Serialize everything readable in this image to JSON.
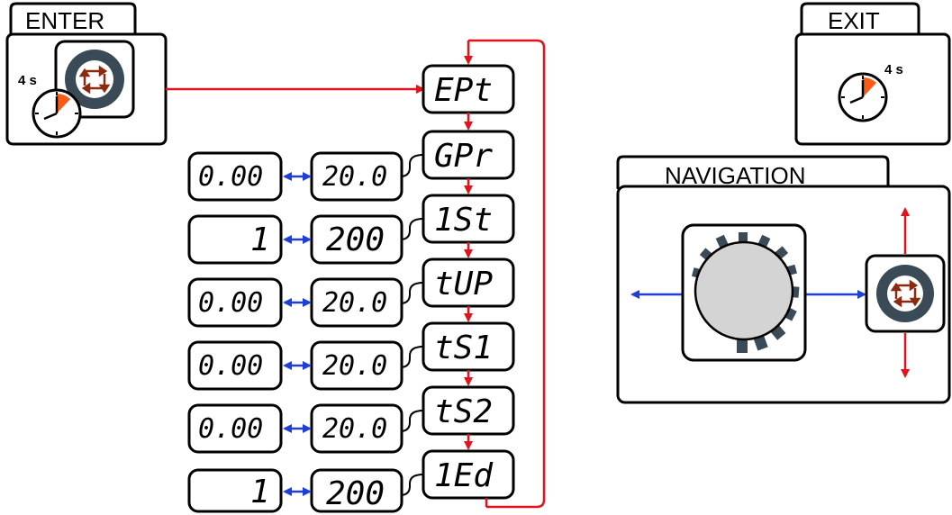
{
  "enter": {
    "label": "ENTER",
    "hold_time": "4 s"
  },
  "exit": {
    "label": "EXIT",
    "hold_time": "4 s"
  },
  "navigation": {
    "label": "NAVIGATION"
  },
  "menu": [
    {
      "code": "EPt",
      "value": "",
      "range_min": ""
    },
    {
      "code": "GPr",
      "value": "20.0",
      "range_min": "0.00"
    },
    {
      "code": "1St",
      "value": "200",
      "range_min": "1"
    },
    {
      "code": "tUP",
      "value": "20.0",
      "range_min": "0.00"
    },
    {
      "code": "tS1",
      "value": "20.0",
      "range_min": "0.00"
    },
    {
      "code": "tS2",
      "value": "20.0",
      "range_min": "0.00"
    },
    {
      "code": "1Ed",
      "value": "200",
      "range_min": "1"
    }
  ],
  "colors": {
    "flow": "#e0141e",
    "adjust": "#1f3fd6",
    "button_ring": "#3a4a57",
    "clock_hand": "#ff5a14",
    "knob": "#d4d4d4"
  }
}
